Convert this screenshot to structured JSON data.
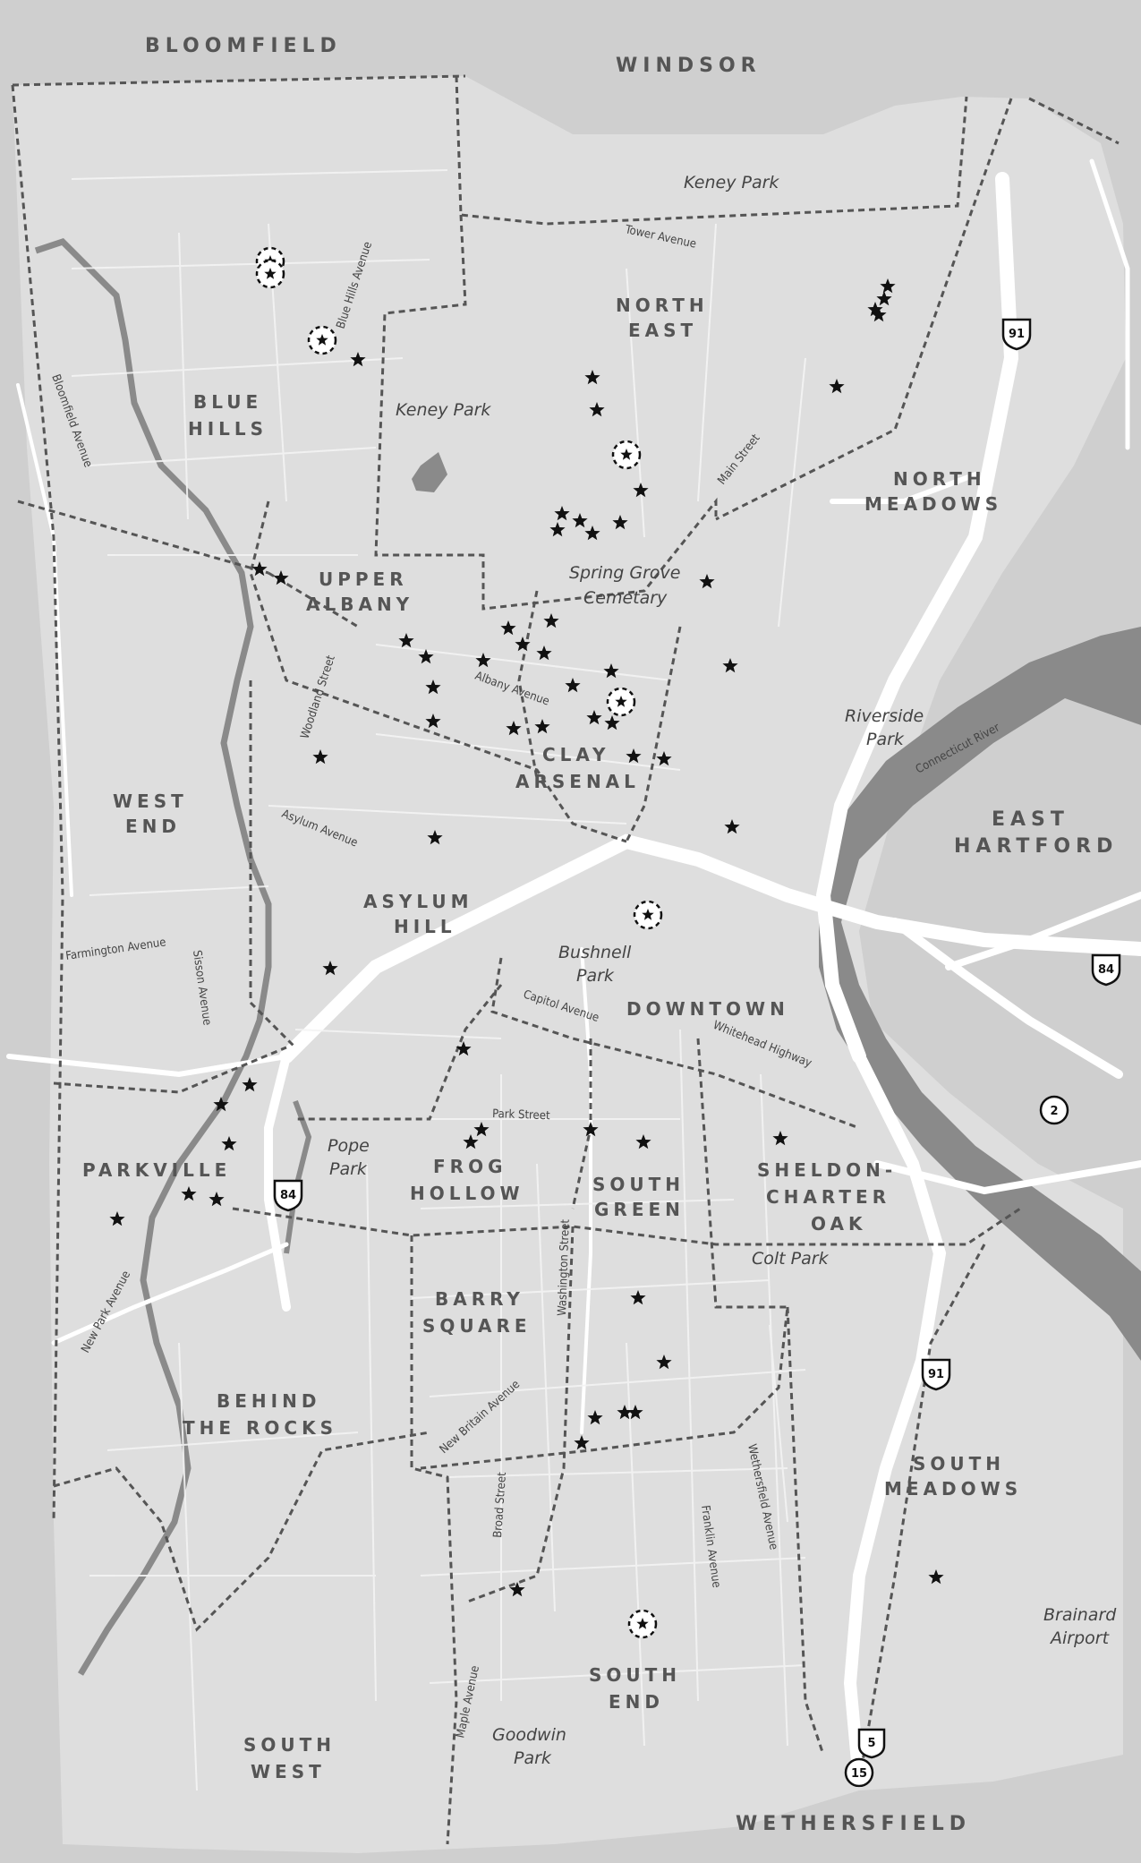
{
  "towns": {
    "bloomfield": "BLOOMFIELD",
    "windsor": "WINDSOR",
    "east_hartford_1": "EAST",
    "east_hartford_2": "HARTFORD",
    "wethersfield": "WETHERSFIELD"
  },
  "neighborhoods": {
    "north_east_1": "NORTH",
    "north_east_2": "EAST",
    "blue_hills_1": "BLUE",
    "blue_hills_2": "HILLS",
    "north_meadows_1": "NORTH",
    "north_meadows_2": "MEADOWS",
    "upper_albany_1": "UPPER",
    "upper_albany_2": "ALBANY",
    "clay_arsenal_1": "CLAY",
    "clay_arsenal_2": "ARSENAL",
    "west_end_1": "WEST",
    "west_end_2": "END",
    "asylum_hill_1": "ASYLUM",
    "asylum_hill_2": "HILL",
    "downtown": "DOWNTOWN",
    "parkville": "PARKVILLE",
    "frog_hollow_1": "FROG",
    "frog_hollow_2": "HOLLOW",
    "south_green_1": "SOUTH",
    "south_green_2": "GREEN",
    "sheldon_1": "SHELDON-",
    "sheldon_2": "CHARTER",
    "sheldon_3": "OAK",
    "barry_square_1": "BARRY",
    "barry_square_2": "SQUARE",
    "behind_rocks_1": "BEHIND",
    "behind_rocks_2": "THE ROCKS",
    "south_meadows_1": "SOUTH",
    "south_meadows_2": "MEADOWS",
    "south_end_1": "SOUTH",
    "south_end_2": "END",
    "south_west_1": "SOUTH",
    "south_west_2": "WEST"
  },
  "parks": {
    "keney_park_north": "Keney Park",
    "keney_park": "Keney Park",
    "spring_grove_1": "Spring Grove",
    "spring_grove_2": "Cemetary",
    "riverside_1": "Riverside",
    "riverside_2": "Park",
    "bushnell_1": "Bushnell",
    "bushnell_2": "Park",
    "pope_1": "Pope",
    "pope_2": "Park",
    "colt": "Colt Park",
    "brainard_1": "Brainard",
    "brainard_2": "Airport",
    "goodwin_1": "Goodwin",
    "goodwin_2": "Park"
  },
  "streets": {
    "tower_ave": "Tower Avenue",
    "blue_hills_ave": "Blue Hills Avenue",
    "bloomfield_ave": "Bloomfield Avenue",
    "main_st": "Main Street",
    "woodland_st": "Woodland Street",
    "albany_ave": "Albany Avenue",
    "asylum_ave": "Asylum Avenue",
    "farmington_ave": "Farmington Avenue",
    "sisson_ave": "Sisson Avenue",
    "capitol_ave": "Capitol Avenue",
    "whitehead_hwy": "Whitehead Highway",
    "park_st": "Park Street",
    "new_park_ave": "New Park Avenue",
    "washington_st": "Washington Street",
    "new_britain_ave": "New Britain Avenue",
    "broad_st": "Broad Street",
    "franklin_ave": "Franklin Avenue",
    "wethersfield_ave": "Wethersfield Avenue",
    "maple_ave": "Maple Avenue",
    "connecticut_river": "Connecticut River"
  },
  "highways": {
    "i91_north": "91",
    "i84_east": "84",
    "rt2": "2",
    "i84_west": "84",
    "i91_south": "91",
    "us5": "5",
    "rt15": "15"
  },
  "colors": {
    "land_outside": "#cfcfcf",
    "land_hartford": "#dedede",
    "river": "#8a8a8a",
    "roads": "#ffffff",
    "boundary": "#555555",
    "marker": "#111111"
  },
  "markers": {
    "star_count": 59,
    "circle_count": 7
  }
}
